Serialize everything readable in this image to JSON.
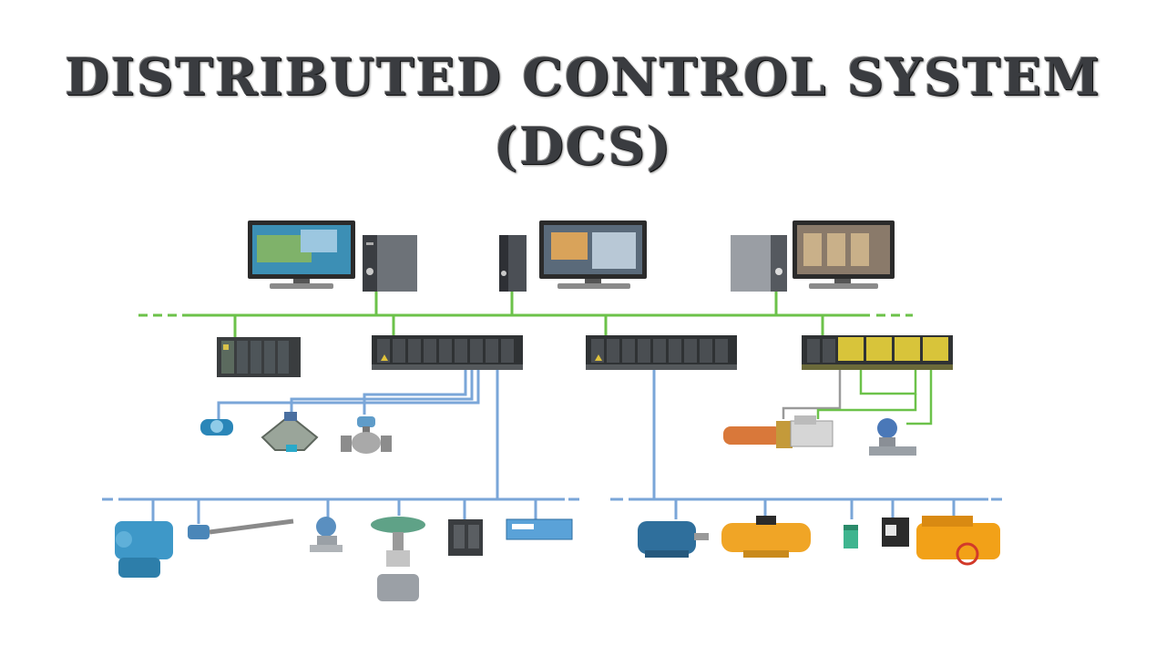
{
  "title": {
    "line1": "DISTRIBUTED CONTROL SYSTEM",
    "line2": "(DCS)"
  },
  "colors": {
    "control_network": "#6cc24a",
    "fieldbus": "#7aa6d8",
    "title_text": "#3a3c40"
  },
  "workstations": [
    {
      "icon": "computer-workstation-icon",
      "screen": "plant-3d-view"
    },
    {
      "icon": "computer-workstation-icon",
      "screen": "process-graphics"
    },
    {
      "icon": "computer-workstation-icon",
      "screen": "equipment-panels"
    }
  ],
  "controllers": [
    {
      "icon": "plc-rack-icon"
    },
    {
      "icon": "io-module-rack-icon"
    },
    {
      "icon": "io-module-rack-icon"
    },
    {
      "icon": "io-module-rack-yellow-icon"
    }
  ],
  "field_devices": [
    "transmitter-icon",
    "coriolis-flowmeter-icon",
    "flow-valve-icon",
    "pneumatic-actuator-icon",
    "pressure-transmitter-icon",
    "flameproof-motor-icon",
    "temperature-probe-icon",
    "pressure-transmitter-icon",
    "control-valve-icon",
    "junction-box-icon",
    "io-terminal-icon",
    "electric-motor-icon",
    "rotary-actuator-icon",
    "proximity-sensor-icon",
    "valve-positioner-icon",
    "electric-valve-actuator-icon"
  ]
}
